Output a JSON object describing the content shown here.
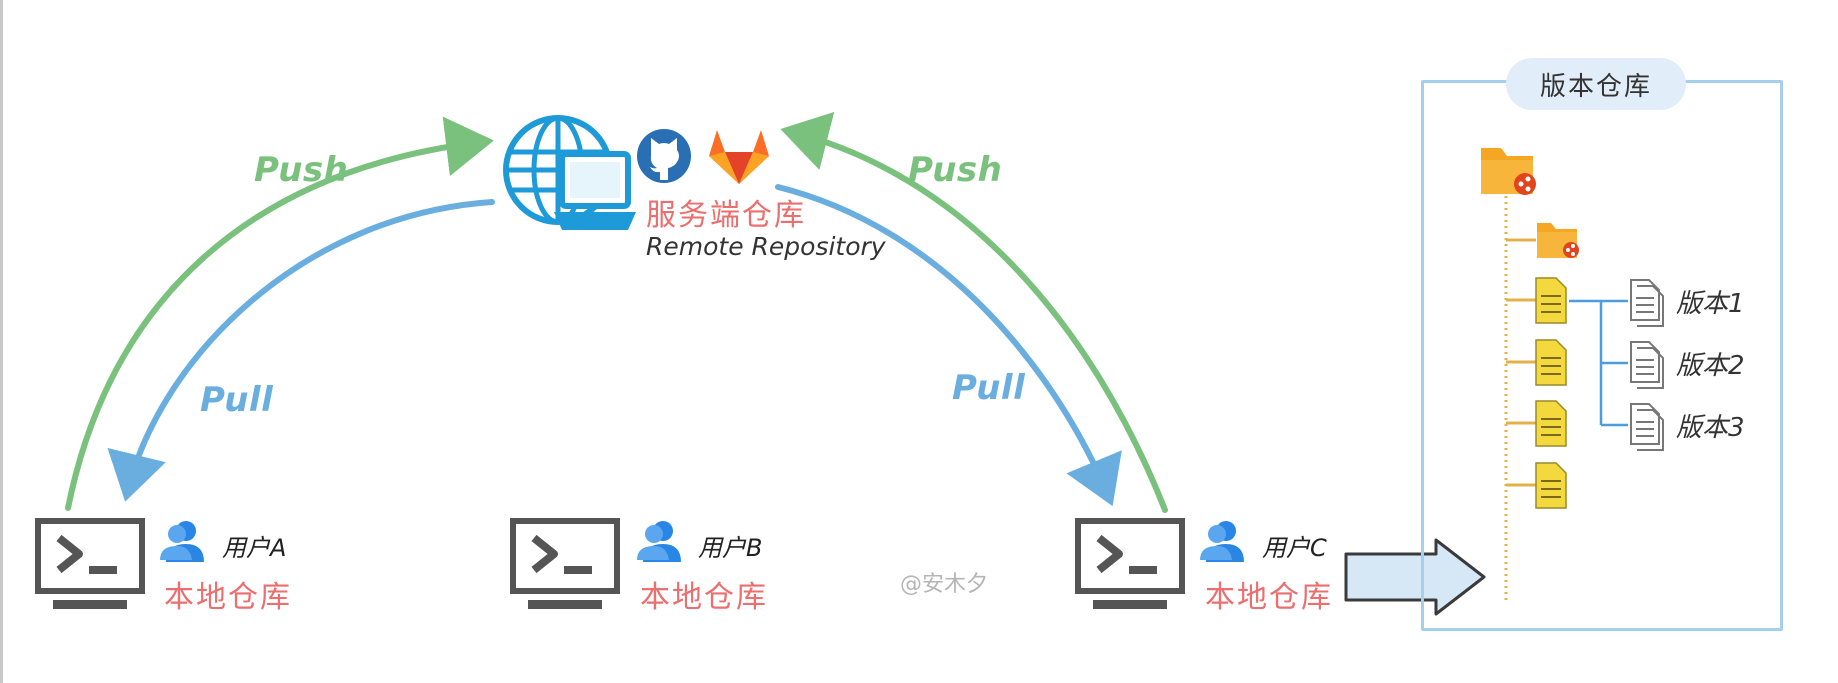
{
  "arrows": {
    "push_left": "Push",
    "push_right": "Push",
    "pull_left": "Pull",
    "pull_right": "Pull"
  },
  "remote": {
    "title_cn": "服务端仓库",
    "title_en": "Remote Repository",
    "icons": [
      "globe-laptop-icon",
      "github-icon",
      "gitlab-icon"
    ]
  },
  "users": [
    {
      "name": "用户A",
      "repo_label": "本地仓库"
    },
    {
      "name": "用户B",
      "repo_label": "本地仓库"
    },
    {
      "name": "用户C",
      "repo_label": "本地仓库"
    }
  ],
  "watermark": "@安木夕",
  "version_repo": {
    "title": "版本仓库",
    "versions": [
      "版本1",
      "版本2",
      "版本3"
    ]
  },
  "colors": {
    "push": "#79c17c",
    "pull": "#6aaee0",
    "label_red": "#ec6e6e",
    "folder": "#f5a623",
    "document": "#f4d93e",
    "box_border": "#a6cfec"
  }
}
